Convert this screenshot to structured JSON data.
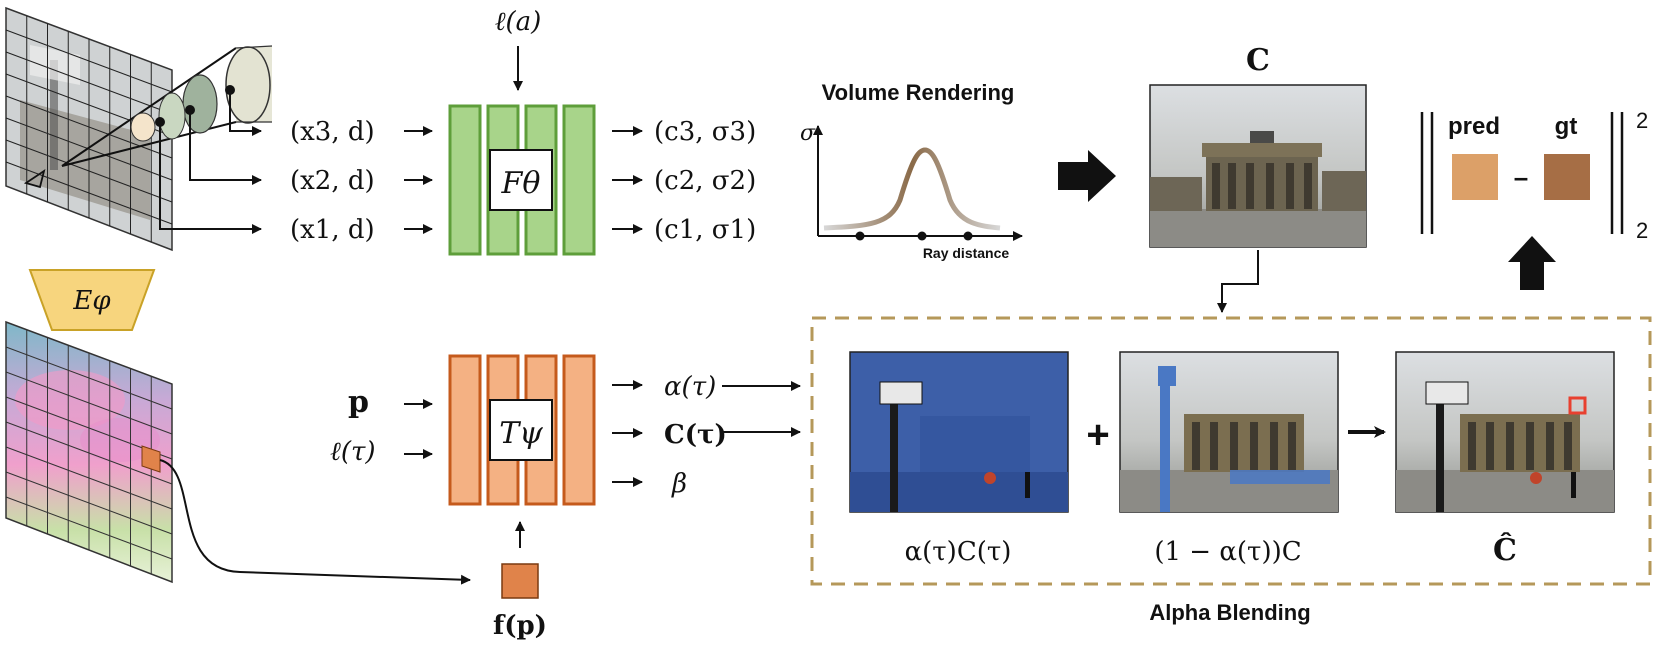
{
  "colors": {
    "green_fill": "#a8d48a",
    "green_stroke": "#5e9e3a",
    "orange_fill": "#f4b183",
    "orange_stroke": "#c55a1c",
    "encoder_fill": "#f7d57e",
    "encoder_stroke": "#c9a227",
    "dashed_box": "#b5985a",
    "pred_swatch": "#dca068",
    "gt_swatch": "#a66e45",
    "feature_swatch": "#e0834a",
    "highlight_square": "#e8402f"
  },
  "icons": {
    "big_right_arrow": "right-arrow-icon",
    "big_up_arrow": "up-arrow-icon",
    "plus": "plus-icon",
    "small_right_arrow": "right-arrow-icon"
  },
  "static_branch": {
    "appearance_embedding": "ℓ(a)",
    "network_label": "Fθ",
    "inputs": [
      "(x3, d)",
      "(x2, d)",
      "(x1, d)"
    ],
    "outputs": [
      "(c3, σ3)",
      "(c2, σ2)",
      "(c1, σ1)"
    ]
  },
  "transient_branch": {
    "encoder_label": "Eφ",
    "network_label": "Tψ",
    "inputs": [
      "p",
      "ℓ(τ)"
    ],
    "outputs": [
      "α(τ)",
      "C(τ)",
      "β"
    ],
    "feature_label": "f(p)"
  },
  "volume_rendering": {
    "title": "Volume Rendering",
    "y_axis_label": "σ",
    "x_axis_label": "Ray distance"
  },
  "render": {
    "label": "C"
  },
  "loss": {
    "pred_label": "pred",
    "gt_label": "gt",
    "minus": "–",
    "exponent": "2",
    "subscript": "2"
  },
  "alpha_blending": {
    "title": "Alpha Blending",
    "term1_label": "α(τ)C(τ)",
    "term2_label": "(1 − α(τ))C",
    "result_label": "Ĉ",
    "plus": "+"
  }
}
